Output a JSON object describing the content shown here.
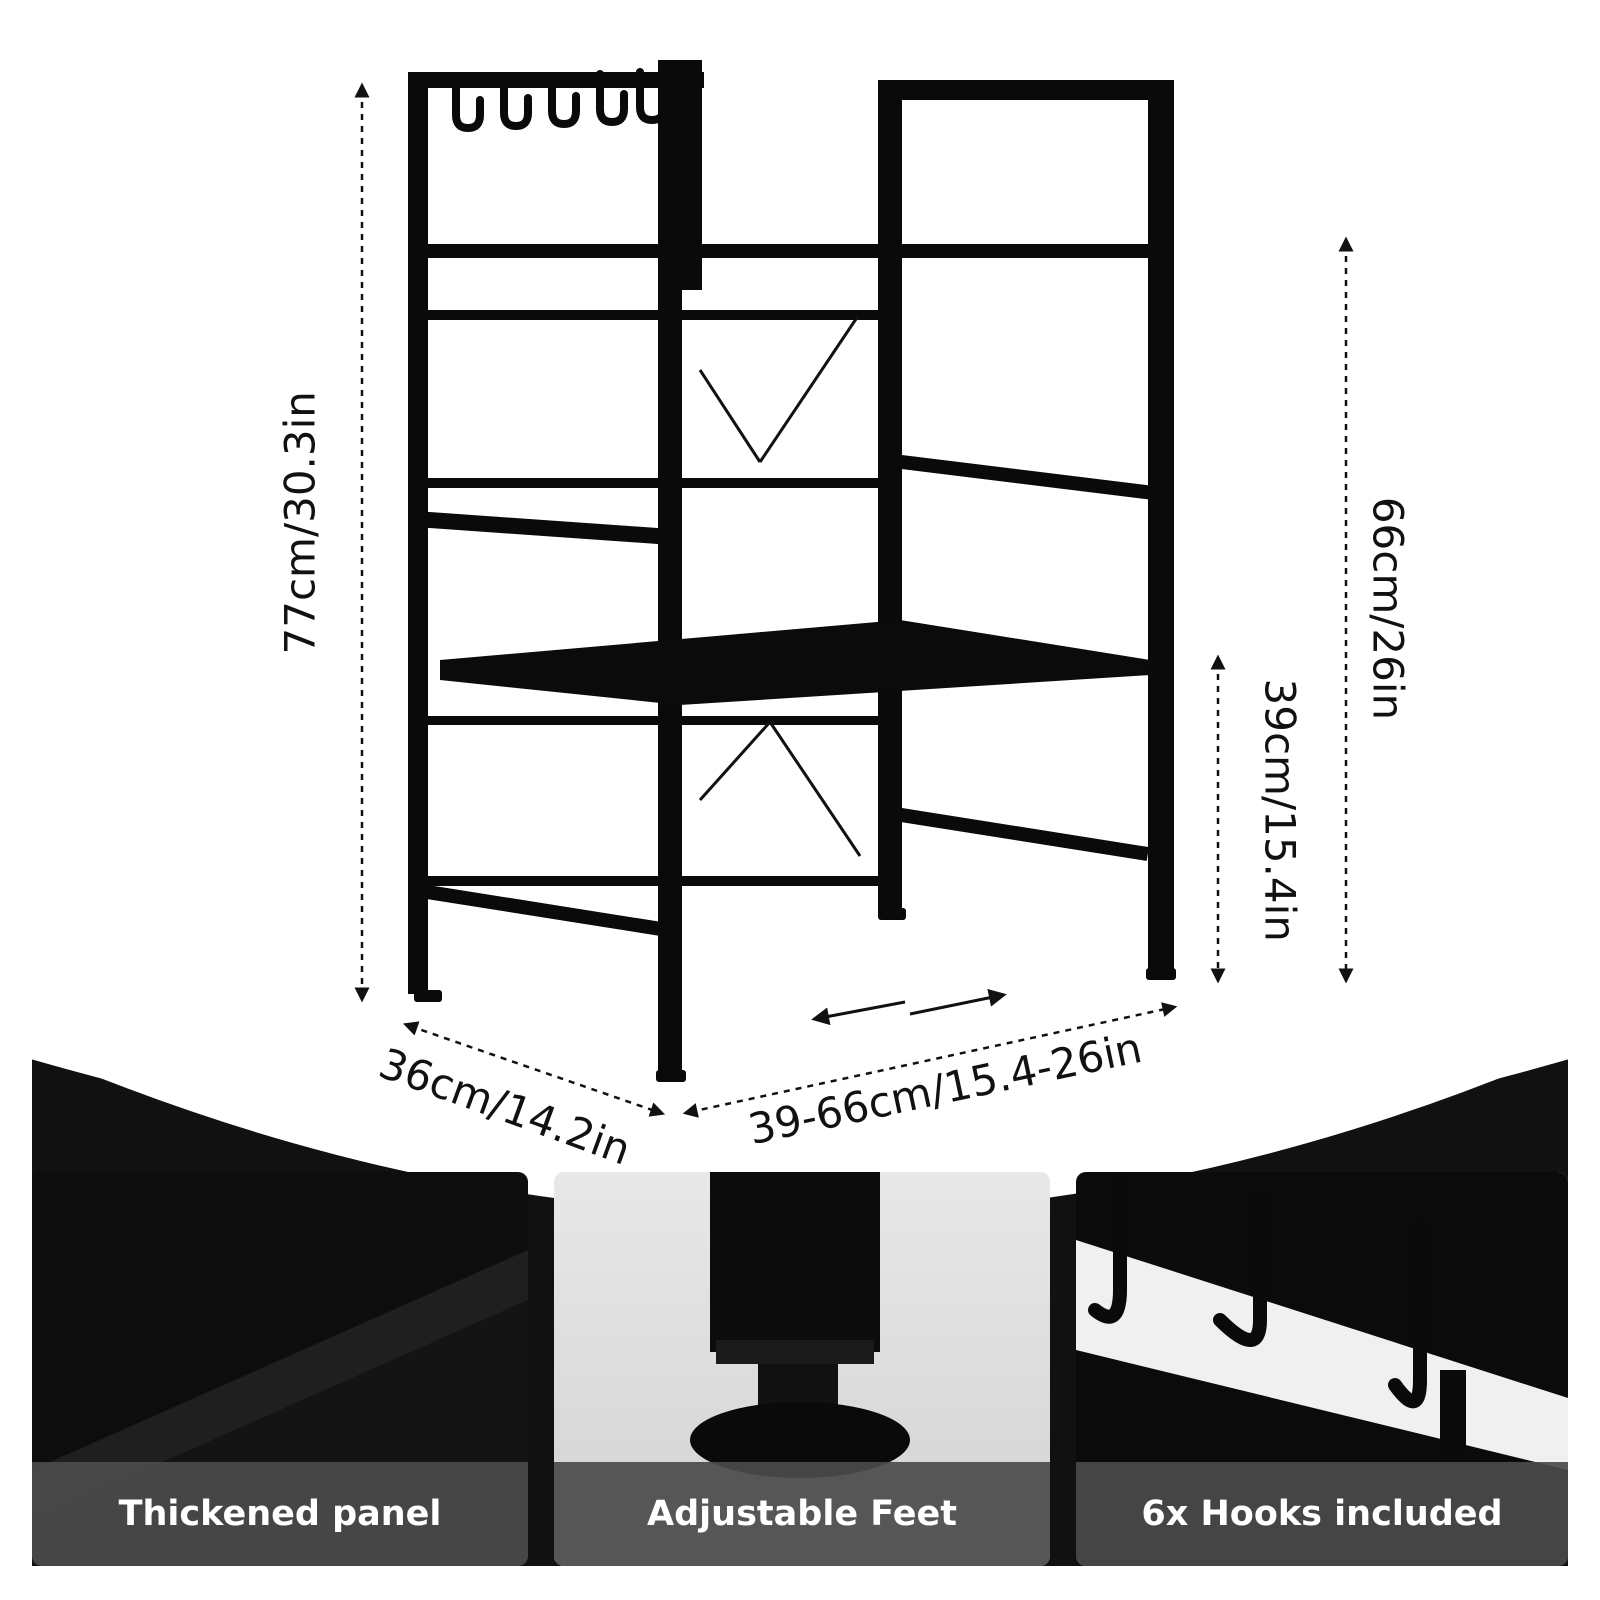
{
  "dimensions": {
    "total_height": "77cm/30.3in",
    "side_height": "66cm/26in",
    "shelf_clearance": "39cm/15.4in",
    "depth": "36cm/14.2in",
    "width_range": "39-66cm/15.4-26in"
  },
  "features": [
    {
      "label": "Thickened panel"
    },
    {
      "label": "Adjustable Feet"
    },
    {
      "label": "6x Hooks included"
    }
  ],
  "colors": {
    "frame": "#0a0a0a",
    "background": "#ffffff",
    "caption_bg": "#4b4b4b"
  }
}
